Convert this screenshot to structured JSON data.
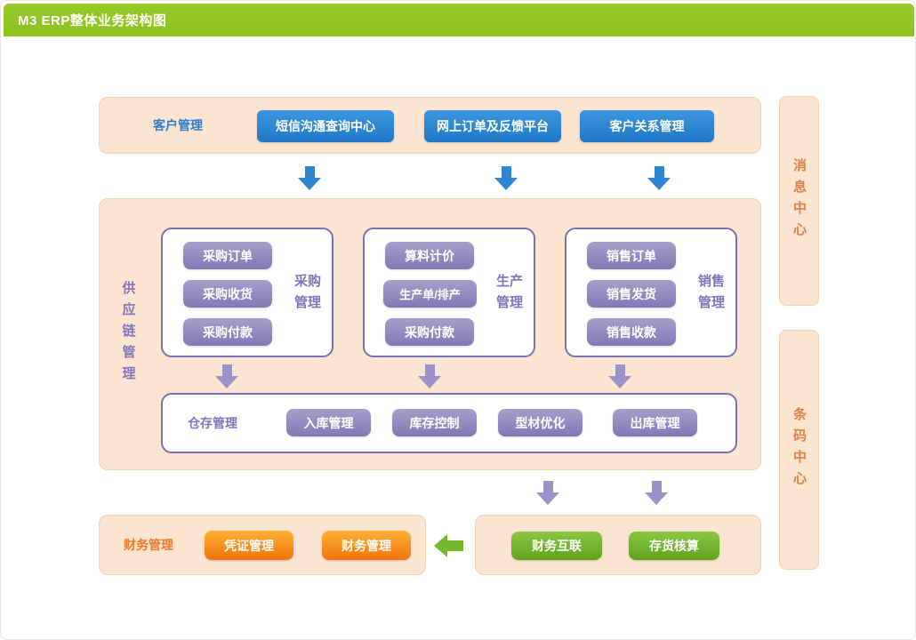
{
  "header": {
    "title": "M3 ERP整体业务架构图"
  },
  "customer": {
    "label": "客户管理",
    "buttons": [
      "短信沟通查询中心",
      "网上订单及反馈平台",
      "客户关系管理"
    ]
  },
  "message_center": {
    "label": "消息中心"
  },
  "barcode_center": {
    "label": "条码中心"
  },
  "supply_chain": {
    "label": "供应链管理",
    "purchase": {
      "label": "采购管理",
      "buttons": [
        "采购订单",
        "采购收货",
        "采购付款"
      ]
    },
    "production": {
      "label": "生产管理",
      "buttons": [
        "算料计价",
        "生产单/排产",
        "采购付款"
      ]
    },
    "sales": {
      "label": "销售管理",
      "buttons": [
        "销售订单",
        "销售发货",
        "销售收款"
      ]
    },
    "warehouse": {
      "label": "仓存管理",
      "buttons": [
        "入库管理",
        "库存控制",
        "型材优化",
        "出库管理"
      ]
    }
  },
  "finance": {
    "label": "财务管理",
    "buttons": [
      "凭证管理",
      "财务管理"
    ]
  },
  "finance_link": {
    "buttons": [
      "财务互联",
      "存货核算"
    ]
  },
  "colors": {
    "header_green": "#8CC21E",
    "panel_peach": "#FBE5D1",
    "blue_button": "#2E86D5",
    "purple_button": "#8378B4",
    "purple_border": "#7B70AF",
    "orange_button": "#F0740E",
    "green_button": "#6DB02C",
    "orange_label": "#F0782D",
    "side_label": "#DD8149"
  }
}
